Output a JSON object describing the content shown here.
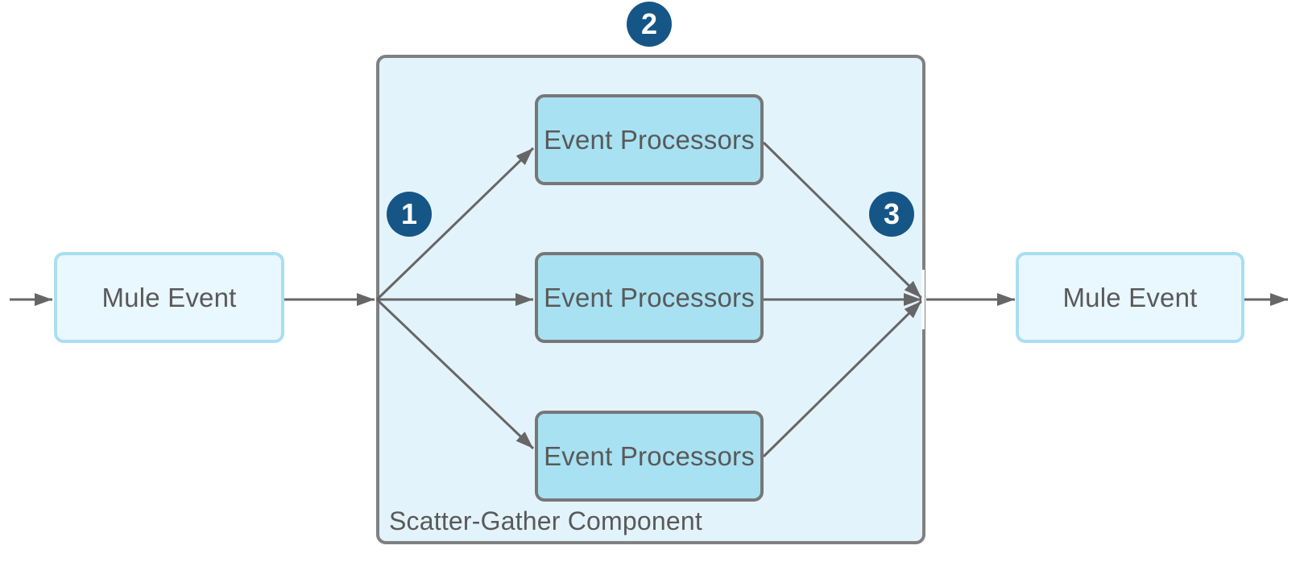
{
  "colors": {
    "canvas_bg": "#ffffff",
    "container_fill": "#e3f3fc",
    "container_border": "#808080",
    "processor_fill": "#a8e1f2",
    "processor_border": "#777777",
    "event_fill": "#e9f7fe",
    "event_border": "#aadef2",
    "badge_fill": "#155687",
    "badge_text_color": "#ffffff",
    "arrow_color": "#666666",
    "label_color": "#595959"
  },
  "diagram": {
    "left_event": {
      "label": "Mule Event"
    },
    "right_event": {
      "label": "Mule Event"
    },
    "scatter_gather": {
      "label": "Scatter-Gather Component"
    },
    "processors": [
      {
        "label": "Event Processors"
      },
      {
        "label": "Event Processors"
      },
      {
        "label": "Event Processors"
      }
    ],
    "badges": [
      {
        "number": "1"
      },
      {
        "number": "2"
      },
      {
        "number": "3"
      }
    ]
  }
}
